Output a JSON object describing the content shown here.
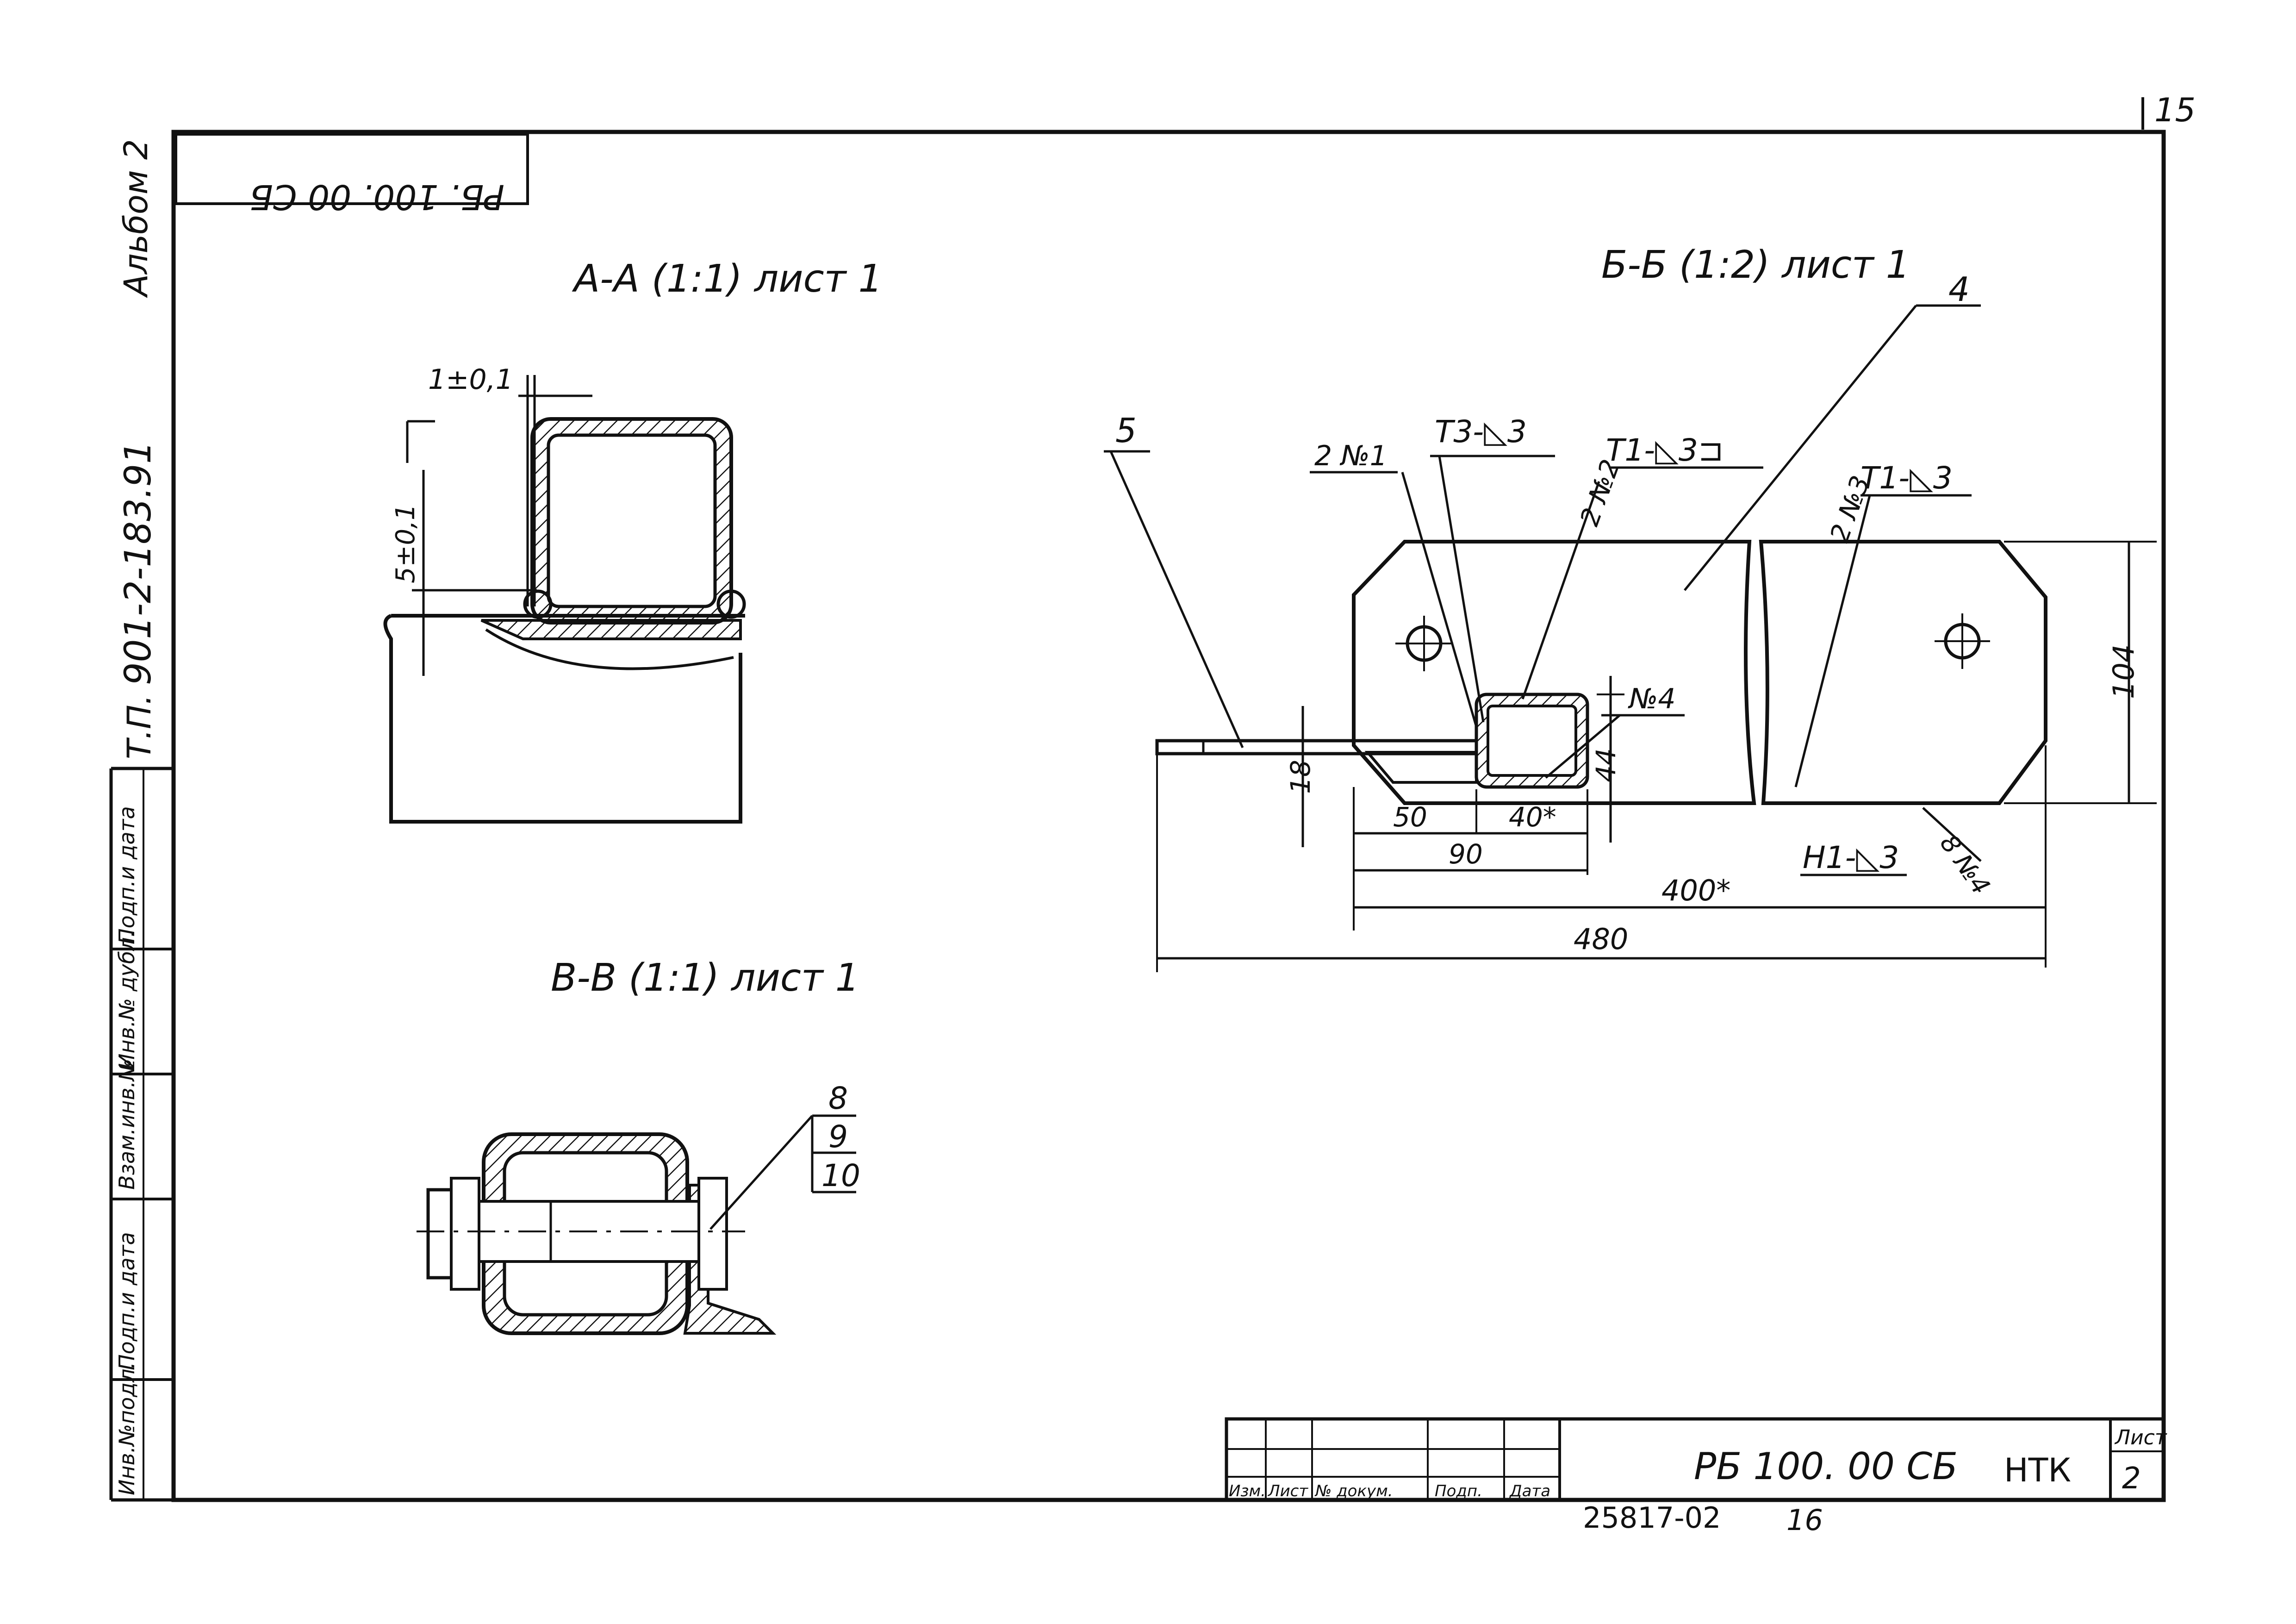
{
  "sheet_number_top": "15",
  "album_label": "Альбом 2",
  "series_code": "901-2-183.91",
  "series_prefix": "Т.П.",
  "drawing_code_top_mirrored": "РБ. 100. 00 СБ",
  "side_stamp_labels": [
    "Инв.№подл.",
    "Подп.и дата",
    "Взам.инв.№",
    "Инв.№ дубл.",
    "Подп.и дата"
  ],
  "views": {
    "section_a": {
      "title": "А-А (1:1) лист 1",
      "dim_top": "1±0,1",
      "dim_side": "5±0,1"
    },
    "section_b": {
      "title": "Б-Б (1:2) лист 1",
      "callouts": {
        "part4": "4",
        "part5": "5",
        "n1": "2 №1",
        "n2": "2 №2",
        "n3": "2 №3",
        "n4": "№4",
        "n5": "8 №4",
        "weld_t3": "Т3-◺3",
        "weld_t1a": "Т1-◺3⊐",
        "weld_t1b": "Т1-◺3",
        "weld_h1": "Н1-◺3"
      },
      "dims": {
        "d104": "104",
        "d44": "44",
        "d18": "18",
        "d50": "50",
        "d40": "40*",
        "d90": "90",
        "d400": "400*",
        "d480": "480"
      }
    },
    "section_c": {
      "title": "В-В (1:1) лист 1",
      "callouts": [
        "8",
        "9",
        "10"
      ]
    }
  },
  "title_block": {
    "headers": [
      "Изм.",
      "Лист",
      "№ докум.",
      "Подп.",
      "Дата"
    ],
    "designation": "РБ 100. 00 СБ",
    "norm_control": "НТК",
    "sheet_label": "Лист",
    "sheet_value": "2"
  },
  "footer": {
    "archive_number": "25817-02",
    "page": "16"
  }
}
